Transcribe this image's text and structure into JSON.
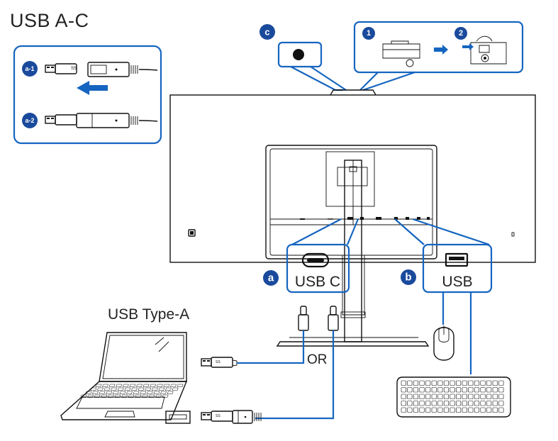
{
  "title": "USB A-C",
  "panel_a": {
    "step1_badge": "a-1",
    "step2_badge": "a-2",
    "plug_mark": "SS"
  },
  "webcam_panel": {
    "badge": "c",
    "step1_badge": "1",
    "step2_badge": "2"
  },
  "ports": {
    "a": {
      "badge": "a",
      "label": "USB C"
    },
    "b": {
      "badge": "b",
      "label": "USB"
    }
  },
  "laptop_label": "USB Type-A",
  "or_label": "OR",
  "colors": {
    "accent": "#1565c0",
    "badge": "#1a4a9c",
    "line": "#111111"
  },
  "icons": [
    "laptop-icon",
    "mouse-icon",
    "keyboard-icon",
    "webcam-icon",
    "usb-plug-icon",
    "usb-a-port-icon",
    "usb-c-port-icon"
  ]
}
